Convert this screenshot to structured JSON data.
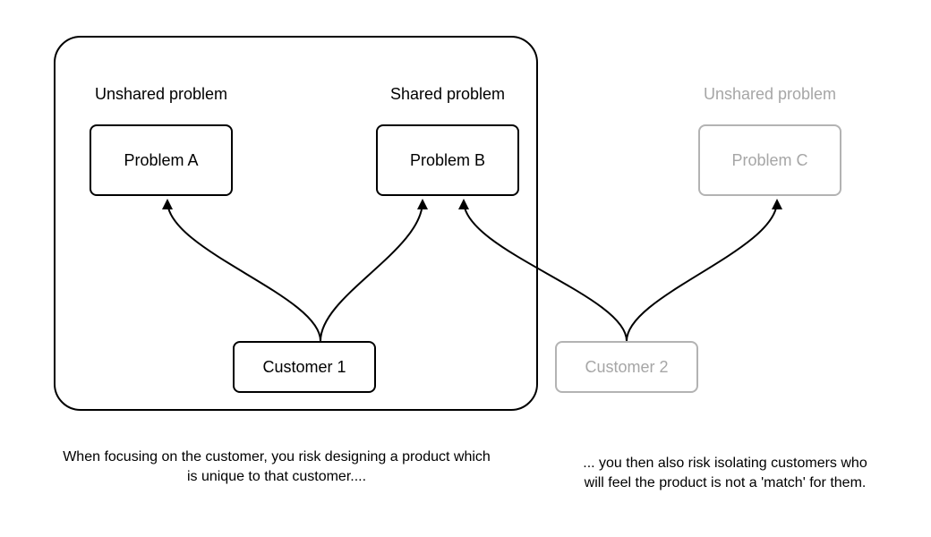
{
  "colors": {
    "foreground": "#000000",
    "muted_border": "#b3b3b3",
    "muted_text": "#a6a6a6",
    "background": "#ffffff"
  },
  "diagram": {
    "group_labels": {
      "unshared_left": "Unshared problem",
      "shared": "Shared problem",
      "unshared_right": "Unshared problem"
    },
    "nodes": {
      "problem_a": "Problem A",
      "problem_b": "Problem B",
      "problem_c": "Problem C",
      "customer_1": "Customer 1",
      "customer_2": "Customer 2"
    },
    "edges": [
      {
        "from": "Customer 1",
        "to": "Problem A"
      },
      {
        "from": "Customer 1",
        "to": "Problem B"
      },
      {
        "from": "Customer 2",
        "to": "Problem B"
      },
      {
        "from": "Customer 2",
        "to": "Problem C"
      }
    ],
    "captions": {
      "left": {
        "line1": "When focusing on the customer, you risk designing a product which",
        "line2": "is unique to that customer...."
      },
      "right": {
        "line1": "... you then also risk isolating customers who",
        "line2": "will feel the product is not a 'match' for them."
      }
    }
  }
}
